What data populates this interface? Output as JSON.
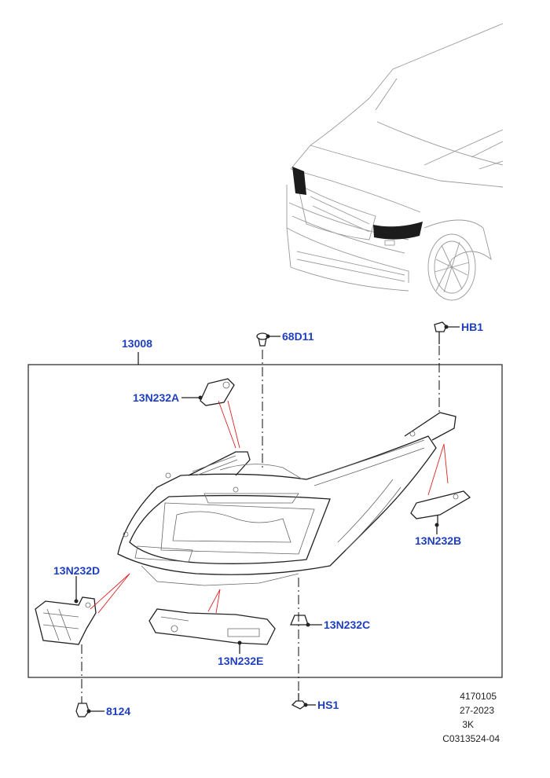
{
  "callouts": {
    "assembly": "13008",
    "bulb_cap": "68D11",
    "top_bolt": "HB1",
    "bracket_a": "13N232A",
    "bracket_b": "13N232B",
    "bracket_c": "13N232C",
    "bracket_d": "13N232D",
    "bracket_e": "13N232E",
    "lower_nut": "8124",
    "lower_screw": "HS1"
  },
  "reference": {
    "line1": "4170105",
    "line2": "27-2023",
    "line3": "3K",
    "line4": "C0313524-04"
  },
  "colors": {
    "callout": "#1f3fbf",
    "guide": "#dd2222",
    "line": "#222222"
  }
}
